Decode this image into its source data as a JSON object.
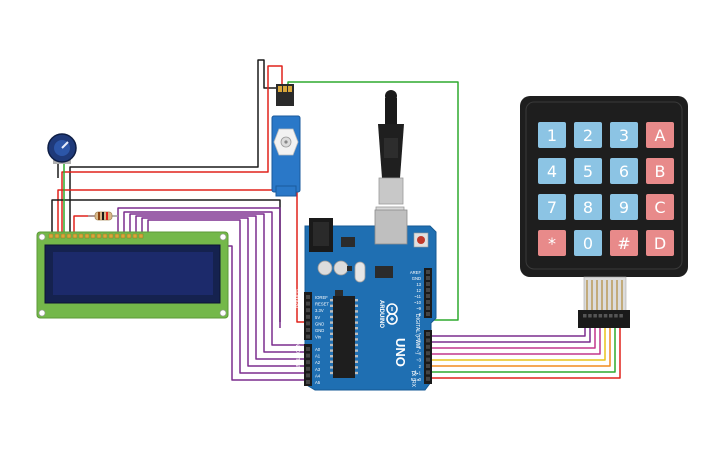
{
  "keypad": {
    "rows": [
      [
        "1",
        "2",
        "3",
        "A"
      ],
      [
        "4",
        "5",
        "6",
        "B"
      ],
      [
        "7",
        "8",
        "9",
        "C"
      ],
      [
        "*",
        "0",
        "#",
        "D"
      ]
    ]
  },
  "arduino": {
    "model": "UNO",
    "brand": "ARDUINO",
    "label_power": "POWER",
    "label_analog": "ANALOG IN",
    "label_digital": "DIGITAL (PWM ~)",
    "power_pins": [
      "IOREF",
      "RESET",
      "3.3V",
      "5V",
      "GND",
      "GND",
      "Vin"
    ],
    "analog_pins": [
      "A0",
      "A1",
      "A2",
      "A3",
      "A4",
      "A5"
    ],
    "top_pins": [
      "AREF",
      "GND",
      "13",
      "12",
      "~11",
      "~10",
      "~9",
      "8"
    ],
    "digital_pins": [
      "7",
      "~6",
      "~5",
      "4",
      "~3",
      "2",
      "TX▸1",
      "RX◂0"
    ],
    "tx_label": "TX",
    "rx_label": "RX"
  },
  "colors": {
    "wire_red": "#e0221b",
    "wire_black": "#1a1a1a",
    "wire_green": "#2eaa2e",
    "wire_purple": "#7b2d8e",
    "wire_orange": "#f28c1e",
    "wire_yellow": "#e8c41c",
    "wire_magenta": "#c2378b",
    "board_blue": "#1f6fb2",
    "lcd_green": "#74b84a",
    "lcd_screen": "#1c2a6b",
    "key_blue": "#8cc4e4",
    "key_red": "#e88a8a",
    "keypad_body": "#1e1e1e"
  },
  "icons": [
    "arduino-infinity-logo"
  ]
}
